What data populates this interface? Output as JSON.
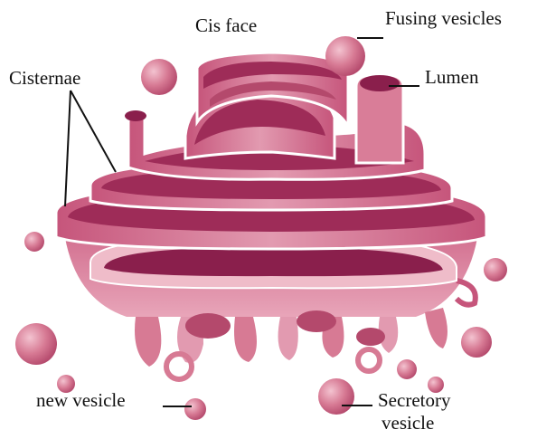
{
  "labels": {
    "cis_face": "Cis face",
    "fusing_vesicles": "Fusing vesicles",
    "lumen": "Lumen",
    "cisternae": "Cisternae",
    "new_vesicle": "new vesicle",
    "secretory_line1": "Secretory",
    "secretory_line2": "vesicle"
  },
  "colors": {
    "membrane_light": "#efbcc9",
    "membrane_mid": "#d97d98",
    "membrane_dark": "#9e2c58",
    "lumen_dark": "#8a1f4c",
    "vesicle": "#d77a94",
    "leader": "#111111"
  }
}
